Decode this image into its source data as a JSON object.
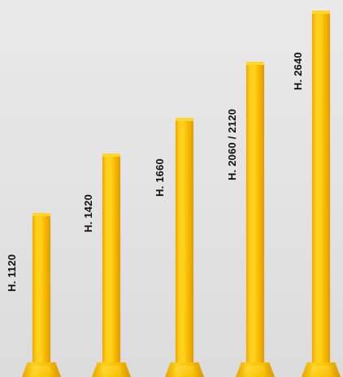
{
  "posts": [
    {
      "label": "H. 1120"
    },
    {
      "label": "H. 1420"
    },
    {
      "label": "H. 1660"
    },
    {
      "label": "H. 2060 / 2120"
    },
    {
      "label": "H. 2640"
    }
  ]
}
